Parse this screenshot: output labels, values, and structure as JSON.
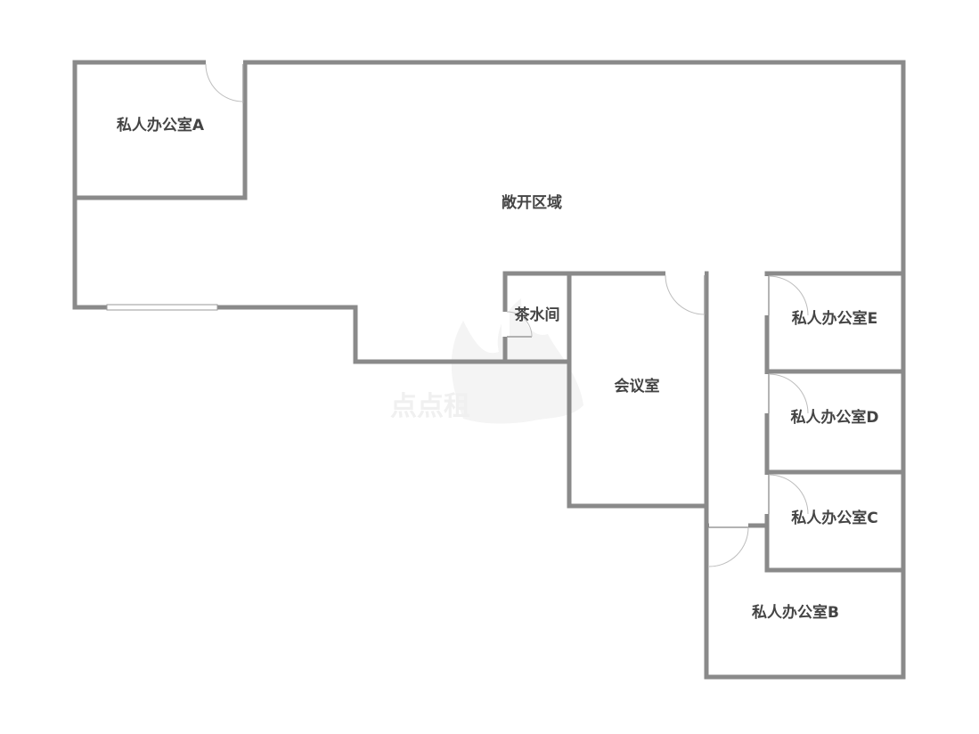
{
  "rooms": {
    "office_a": "私人办公室A",
    "open_area": "敞开区域",
    "pantry": "茶水间",
    "meeting_room": "会议室",
    "office_e": "私人办公室E",
    "office_d": "私人办公室D",
    "office_c": "私人办公室C",
    "office_b": "私人办公室B"
  },
  "watermark": {
    "text": "点点租",
    "icon": "flame-logo-icon"
  },
  "colors": {
    "wall": "#8a8a8a",
    "label": "#444444",
    "background": "#ffffff"
  }
}
